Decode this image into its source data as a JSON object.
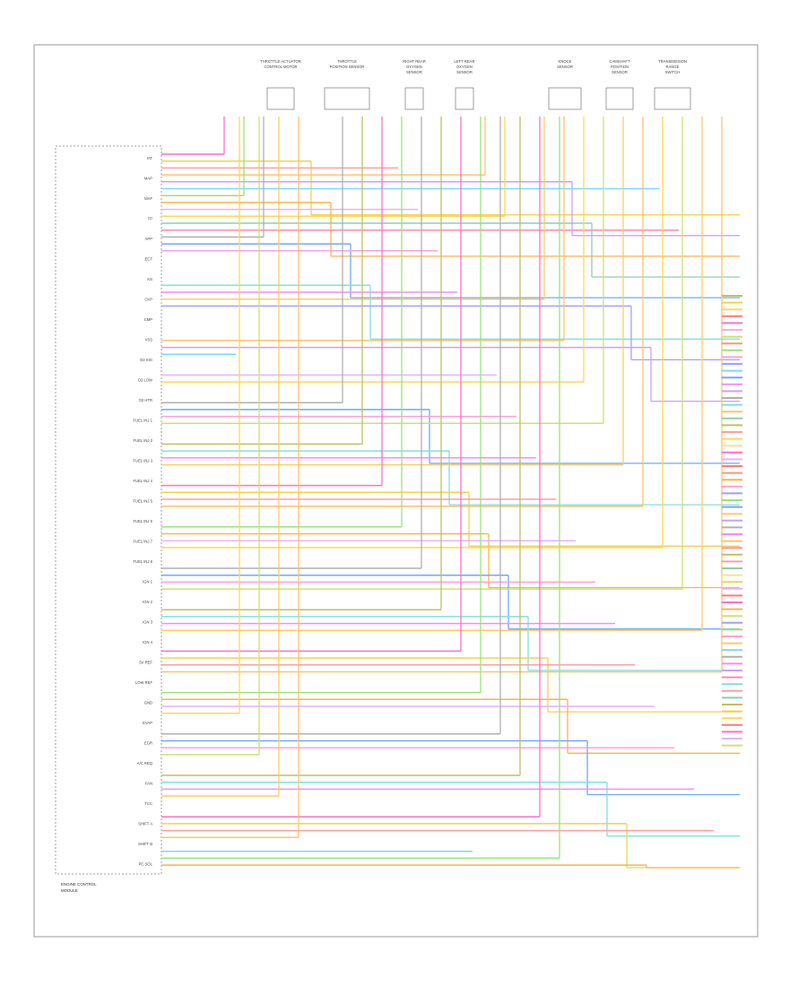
{
  "diagram": {
    "module_caption": [
      "ENGINE CONTROL",
      "MODULE"
    ],
    "footer_code": "",
    "components": [
      {
        "id": "c1",
        "label": [
          "THROTTLE ACTUATOR",
          "CONTROL MOTOR"
        ]
      },
      {
        "id": "c2",
        "label": [
          "THROTTLE",
          "POSITION SENSOR"
        ]
      },
      {
        "id": "c3",
        "label": [
          "RIGHT REAR",
          "OXYGEN",
          "SENSOR"
        ]
      },
      {
        "id": "c4",
        "label": [
          "LEFT REAR",
          "OXYGEN",
          "SENSOR"
        ]
      },
      {
        "id": "c5",
        "label": [
          "KNOCK",
          "SENSOR"
        ]
      },
      {
        "id": "c6",
        "label": [
          "CAMSHAFT",
          "POSITION",
          "SENSOR"
        ]
      },
      {
        "id": "c7",
        "label": [
          "TRANSMISSION",
          "RANGE",
          "SWITCH"
        ]
      }
    ],
    "left_labels": [
      "IAT",
      "MAP",
      "MAF",
      "TP",
      "APP",
      "ECT",
      "KS",
      "CKP",
      "CMP",
      "VSS",
      "O2 SIG",
      "O2 LOW",
      "O2 HTR",
      "FUEL INJ 1",
      "FUEL INJ 2",
      "FUEL INJ 3",
      "FUEL INJ 4",
      "FUEL INJ 5",
      "FUEL INJ 6",
      "FUEL INJ 7",
      "FUEL INJ 8",
      "IGN 1",
      "IGN 2",
      "IGN 3",
      "IGN 4",
      "5V REF",
      "LOW REF",
      "GND",
      "EVAP",
      "EGR",
      "A/C REQ",
      "FAN",
      "TCC",
      "SHIFT A",
      "SHIFT B",
      "PC SOL"
    ],
    "wire_colors": [
      "#ff6fcf",
      "#f0d34f",
      "#ff9f9f",
      "#ffc26a",
      "#c8a0ff",
      "#7fd6ff",
      "#9be37a",
      "#ffb347",
      "#e2b4ff",
      "#ffd84f",
      "#8fd0a8",
      "#ff8ab3",
      "#b0b0b0",
      "#6fa8ff",
      "#ffa0d8",
      "#d0e070",
      "#ff7a7a",
      "#ffe08a",
      "#c0c060",
      "#80e0e0",
      "#f090f0",
      "#ffcc66",
      "#a0a0ff",
      "#ff9966"
    ]
  }
}
